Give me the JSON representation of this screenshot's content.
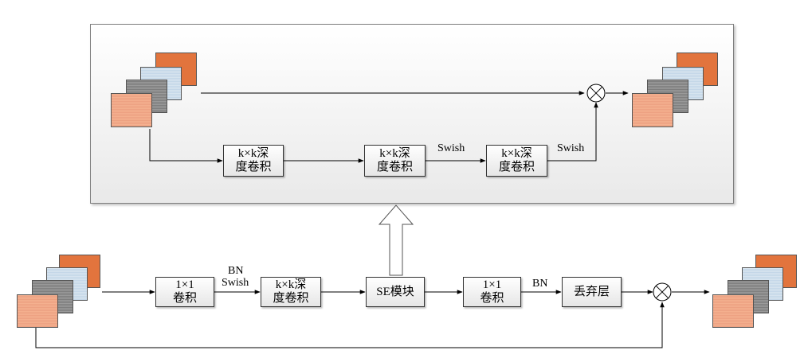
{
  "top_module": {
    "box1_line1": "k×k深",
    "box1_line2": "度卷积",
    "box2_line1": "k×k深",
    "box2_line2": "度卷积",
    "box3_line1": "k×k深",
    "box3_line2": "度卷积",
    "label_swish_1": "Swish",
    "label_swish_2": "Swish"
  },
  "bottom_flow": {
    "conv1x1_line1": "1×1",
    "conv1x1_line2": "卷积",
    "label_bn_swish_line1": "BN",
    "label_bn_swish_line2": "Swish",
    "dwconv_line1": "k×k深",
    "dwconv_line2": "度卷积",
    "se_label": "SE模块",
    "conv1x1b_line1": "1×1",
    "conv1x1b_line2": "卷积",
    "label_bn": "BN",
    "dropout_label": "丢弃层"
  },
  "colors": {
    "feature_orange": "#e2743d",
    "feature_blue": "#c4d7e8",
    "feature_gray": "#7e7e7e",
    "feature_peach": "#f4b08f",
    "panel_border": "#7f7f7f"
  }
}
